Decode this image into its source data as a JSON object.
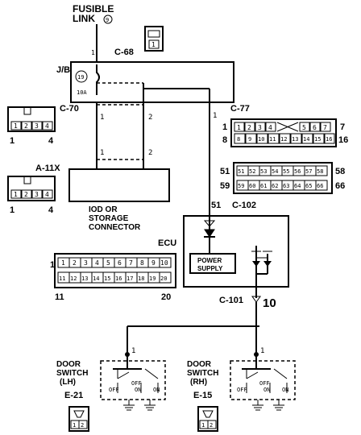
{
  "fusible_link": {
    "line1": "FUSIBLE",
    "line2": "LINK",
    "number": "9"
  },
  "conn_c68": {
    "label": "C-68",
    "pin": "1"
  },
  "jb": {
    "label": "J/B",
    "fuse_no": "19",
    "rating": "10A"
  },
  "conn_c70": {
    "label": "C-70",
    "pins": [
      "1",
      "2",
      "3",
      "4"
    ],
    "n1": "1",
    "n4": "4",
    "wire_a": "1",
    "wire_b": "2"
  },
  "conn_a11x": {
    "label": "A-11X",
    "pins": [
      "1",
      "2",
      "3",
      "4"
    ],
    "n1": "1",
    "n4": "4",
    "wire_a": "1",
    "wire_b": "2"
  },
  "ior": {
    "line1": "IOD OR",
    "line2": "STORAGE",
    "line3": "CONNECTOR"
  },
  "conn_c77": {
    "label": "C-77",
    "wire": "1",
    "row1": [
      "1",
      "2",
      "3",
      "4",
      "5",
      "6",
      "7"
    ],
    "row2": [
      "8",
      "9",
      "10",
      "11",
      "12",
      "13",
      "14",
      "15",
      "16"
    ],
    "n_tl": "1",
    "n_tr": "7",
    "n_bl": "8",
    "n_br": "16"
  },
  "conn_c102": {
    "label": "C-102",
    "wire": "51",
    "row1": [
      "51",
      "52",
      "53",
      "54",
      "55",
      "56",
      "57",
      "58"
    ],
    "row2": [
      "59",
      "60",
      "61",
      "62",
      "63",
      "64",
      "65",
      "66"
    ],
    "n_tl": "51",
    "n_tr": "58",
    "n_bl": "59",
    "n_br": "66"
  },
  "ecu": {
    "label": "ECU",
    "power_l1": "POWER",
    "power_l2": "SUPPLY",
    "row1": [
      "1",
      "2",
      "3",
      "4",
      "5",
      "6",
      "7",
      "8",
      "9",
      "10"
    ],
    "row2": [
      "11",
      "12",
      "13",
      "14",
      "15",
      "16",
      "17",
      "18",
      "19",
      "20"
    ],
    "n_tl": "1",
    "n_bl": "11",
    "n_br": "20"
  },
  "conn_c101": {
    "label": "C-101",
    "pin": "10"
  },
  "door_lh": {
    "line1": "DOOR",
    "line2": "SWITCH",
    "line3": "(LH)",
    "code": "E-21",
    "wire": "1",
    "off": "OFF",
    "on1": "ON",
    "on2": "ON",
    "pins": [
      "1",
      "2"
    ]
  },
  "door_rh": {
    "line1": "DOOR",
    "line2": "SWITCH",
    "line3": "(RH)",
    "code": "E-15",
    "wire": "1",
    "off": "OFF",
    "on1": "ON",
    "on2": "ON",
    "pins": [
      "1",
      "2"
    ]
  }
}
